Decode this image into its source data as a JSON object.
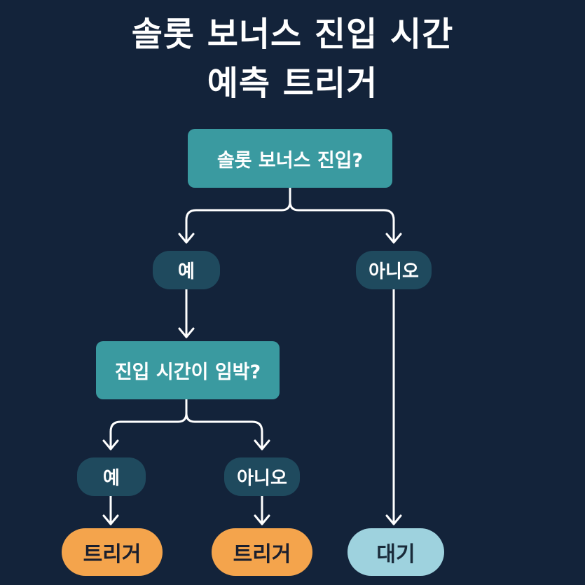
{
  "title": {
    "line1": "솔롯 보너스 진입 시간",
    "line2": "예측 트리거"
  },
  "nodes": {
    "q1": "솔롯 보너스 진입?",
    "q1_yes": "예",
    "q1_no": "아니오",
    "q2": "진입 시간이 임박?",
    "q2_yes": "예",
    "q2_no": "아니오",
    "trigger_a": "트리거",
    "trigger_b": "트리거",
    "wait": "대기"
  },
  "colors": {
    "background": "#13233a",
    "decision": "#3a9aa0",
    "answer": "#1f4a5e",
    "trigger": "#f4a44c",
    "wait": "#9ed2de",
    "connector": "#ffffff"
  }
}
